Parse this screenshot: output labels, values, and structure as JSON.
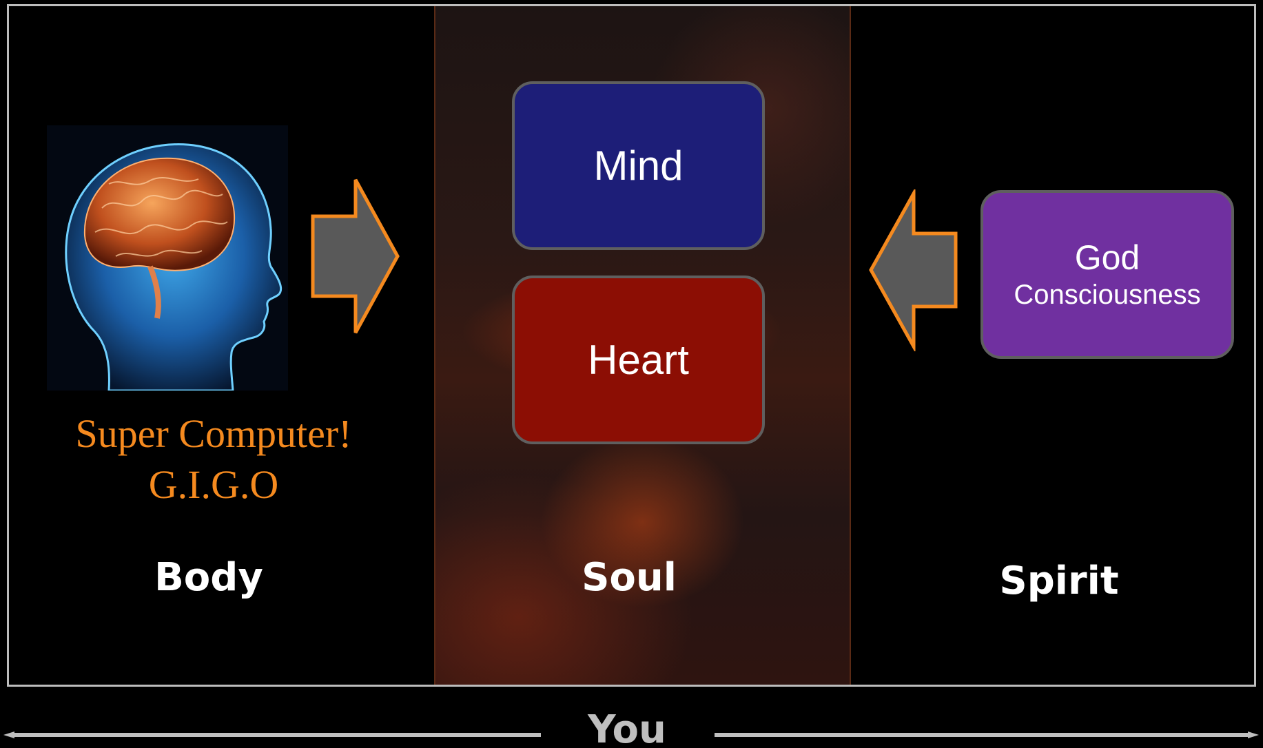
{
  "body": {
    "caption_line1": "Super Computer!",
    "caption_line2": "G.I.G.O",
    "label": "Body",
    "image": "brain-head-illustration"
  },
  "soul": {
    "label": "Soul",
    "mind_label": "Mind",
    "heart_label": "Heart"
  },
  "spirit": {
    "label": "Spirit",
    "god_line1": "God",
    "god_line2": "Consciousness"
  },
  "footer": {
    "label": "You"
  },
  "colors": {
    "background": "#000000",
    "frame": "#bdbdbd",
    "caption": "#f58a1f",
    "mind_box": "#1d1e78",
    "heart_box": "#8c0e04",
    "god_box": "#7030a0",
    "arrow_fill": "#595959",
    "arrow_stroke": "#f58a1f"
  }
}
